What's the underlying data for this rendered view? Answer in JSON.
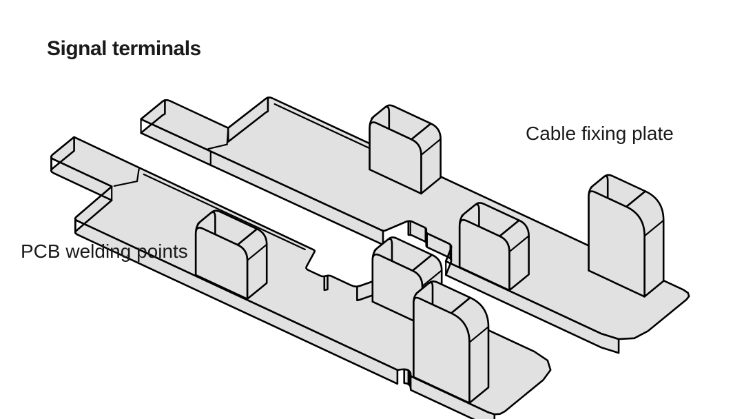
{
  "title": "Signal terminals",
  "diagram": {
    "labels": {
      "cable_fixing_plate": "Cable fixing plate",
      "pcb_welding_points": "PCB welding points"
    },
    "parts": [
      "signal-terminal-rear",
      "signal-terminal-front"
    ],
    "colors": {
      "background": "#ffffff",
      "part_fill": "#e1e1e1",
      "outline": "#000000",
      "text": "#1a1a1a"
    }
  }
}
